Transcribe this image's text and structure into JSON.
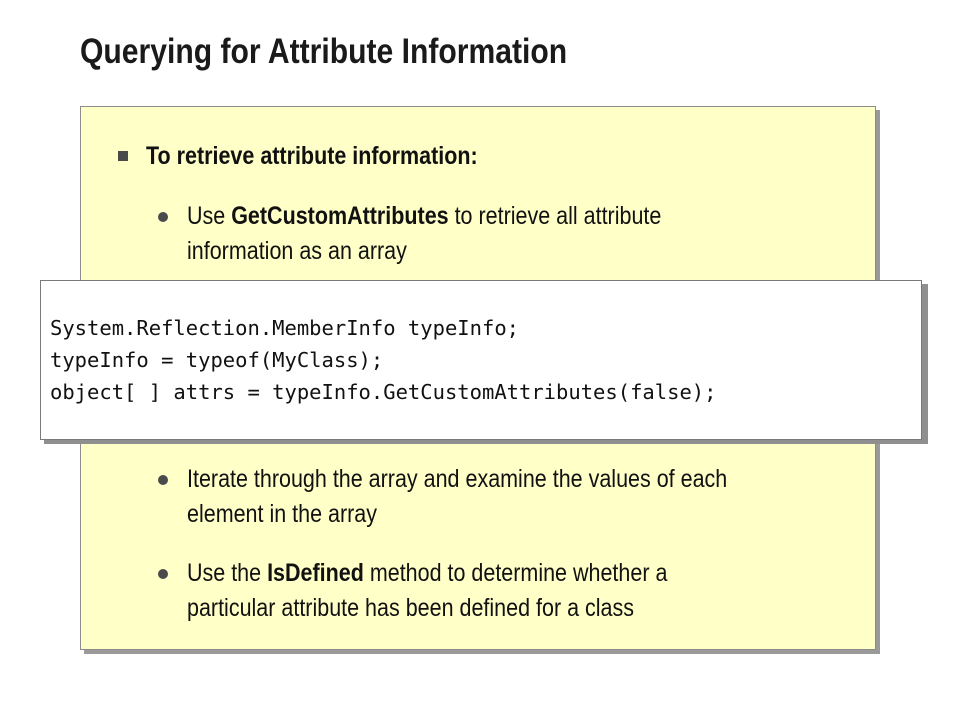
{
  "slide": {
    "title": "Querying for Attribute Information",
    "main_point": "To retrieve attribute information:",
    "bullet1": {
      "prefix": "Use ",
      "term": "GetCustomAttributes",
      "rest_line1": " to retrieve all attribute",
      "line2": "information as an array"
    },
    "code": [
      "System.Reflection.MemberInfo typeInfo;",
      "typeInfo = typeof(MyClass);",
      "object[ ] attrs = typeInfo.GetCustomAttributes(false);"
    ],
    "bullet2": {
      "line1": "Iterate through the array and examine the values of each",
      "line2": "element in the array"
    },
    "bullet3": {
      "prefix": "Use the ",
      "term": "IsDefined",
      "rest_line1": " method to determine whether a",
      "line2": "particular attribute has been defined for a class"
    }
  }
}
